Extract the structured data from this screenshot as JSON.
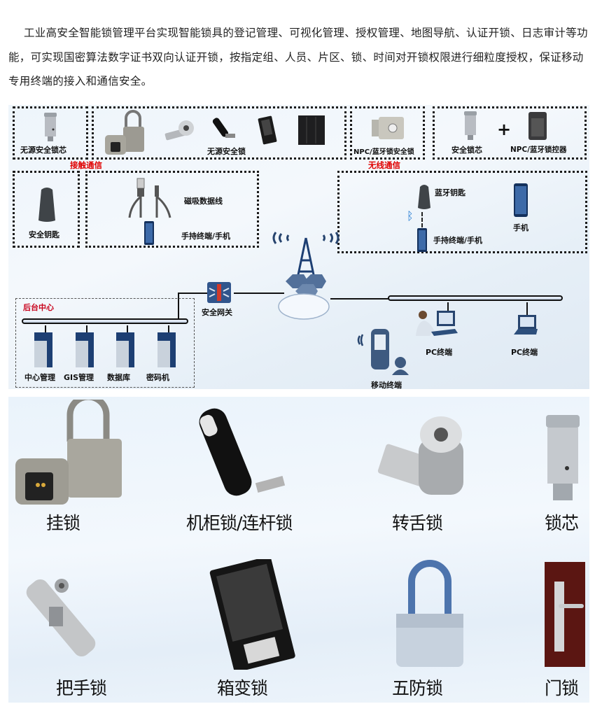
{
  "intro": {
    "text": "工业高安全智能锁管理平台实现智能锁具的登记管理、可视化管理、授权管理、地图导航、认证开锁、日志审计等功能，可实现国密算法数字证书双向认证开锁，按指定组、人员、片区、锁、时间对开锁权限进行细粒度授权，保证移动专用终端的接入和通信安全。"
  },
  "diagram": {
    "top_boxes": [
      {
        "label": "无源安全锁芯"
      },
      {
        "label": "无源安全锁"
      },
      {
        "label": "NPC/蓝牙锁安全锁"
      },
      {
        "label_left": "安全锁芯",
        "plus": "+",
        "label_right": "NPC/蓝牙锁控器"
      }
    ],
    "contact_comm": "接触通信",
    "wireless_comm": "无线通信",
    "safety_key": "安全钥匙",
    "magnetic_cable": "磁吸数据线",
    "handheld_phone": "手持终端/手机",
    "bt_key": "蓝牙钥匙",
    "bt_handheld": "手持终端/手机",
    "phone": "手机",
    "gateway": "安全网关",
    "backend": {
      "title": "后台中心",
      "servers": [
        "中心管理",
        "GIS管理",
        "数据库",
        "密码机"
      ]
    },
    "pc1": "PC终端",
    "pc2": "PC终端",
    "mobile": "移动终端",
    "colors": {
      "accent_red": "#e00000",
      "server_blue": "#1d3f73",
      "bus_fill": "#c4d2e4"
    }
  },
  "products": [
    {
      "label": "挂锁"
    },
    {
      "label": "机柜锁/连杆锁"
    },
    {
      "label": "转舌锁"
    },
    {
      "label": "锁芯"
    },
    {
      "label": "把手锁"
    },
    {
      "label": "箱变锁"
    },
    {
      "label": "五防锁"
    },
    {
      "label": "门锁"
    }
  ]
}
